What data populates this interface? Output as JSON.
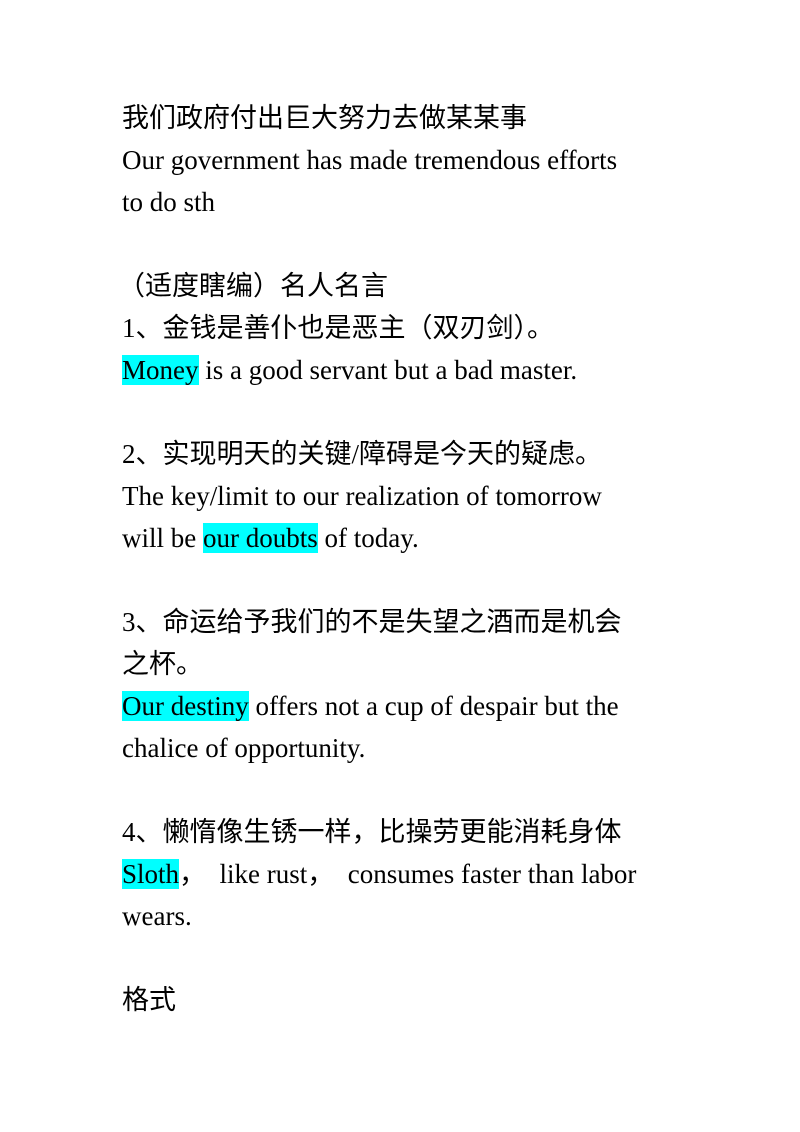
{
  "intro": {
    "cn": "我们政府付出巨大努力去做某某事",
    "en_line1": "Our government has made tremendous efforts",
    "en_line2": "to do sth"
  },
  "section_title": "（适度瞎编）名人名言",
  "quotes": [
    {
      "cn": "1、金钱是善仆也是恶主（双刃剑）。",
      "en_lines": [
        {
          "highlight": "Money",
          "rest": " is a good servant but a bad master."
        }
      ]
    },
    {
      "cn": "2、实现明天的关键/障碍是今天的疑虑。",
      "en_lines": [
        {
          "pre": "The key/limit to our realization of tomorrow"
        },
        {
          "pre": "will be ",
          "highlight": "our doubts",
          "rest": " of today."
        }
      ]
    },
    {
      "cn_line1": "3、命运给予我们的不是失望之酒而是机会",
      "cn_line2": "之杯。",
      "en_lines": [
        {
          "highlight": "Our destiny",
          "rest": " offers not a cup of despair but the"
        },
        {
          "pre": "chalice of opportunity."
        }
      ]
    },
    {
      "cn": "4、懒惰像生锈一样，比操劳更能消耗身体",
      "en_lines": [
        {
          "highlight": "Sloth",
          "rest": "，  like rust，  consumes faster than labor"
        },
        {
          "pre": "wears."
        }
      ]
    }
  ],
  "footer_heading": "格式",
  "colors": {
    "highlight": "#00ffff",
    "text": "#000000",
    "background": "#ffffff"
  }
}
